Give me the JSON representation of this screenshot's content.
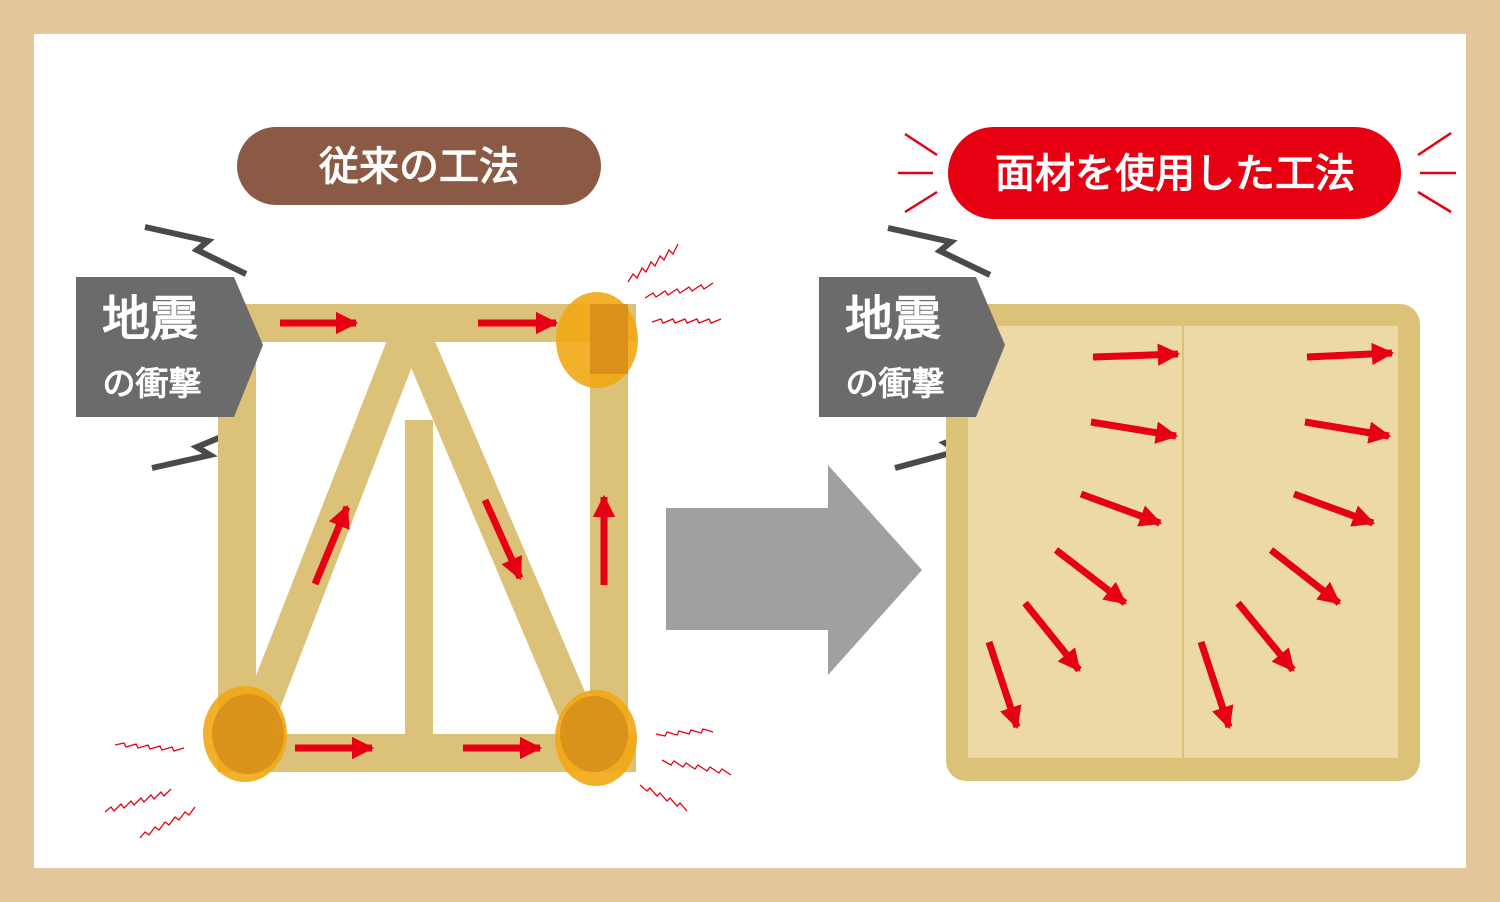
{
  "left": {
    "title": "従来の工法",
    "impact_line1": "地震",
    "impact_line2": "の衝撃"
  },
  "right": {
    "title": "面材を使用した工法",
    "impact_line1": "地震",
    "impact_line2": "の衝撃"
  },
  "colors": {
    "frame_outer": "#e5c79e",
    "timber": "#dcc278",
    "panel": "#ecd9a6",
    "joint": "#f2a713",
    "joint_dark": "#d4891a",
    "arrow": "#e60012",
    "left_title_bg": "#8a5a44",
    "right_title_bg": "#e60012",
    "impact_bg": "#6b6b6b",
    "big_arrow": "#a0a0a0",
    "lightning": "#4a4a4a",
    "vibration": "#e60012"
  }
}
